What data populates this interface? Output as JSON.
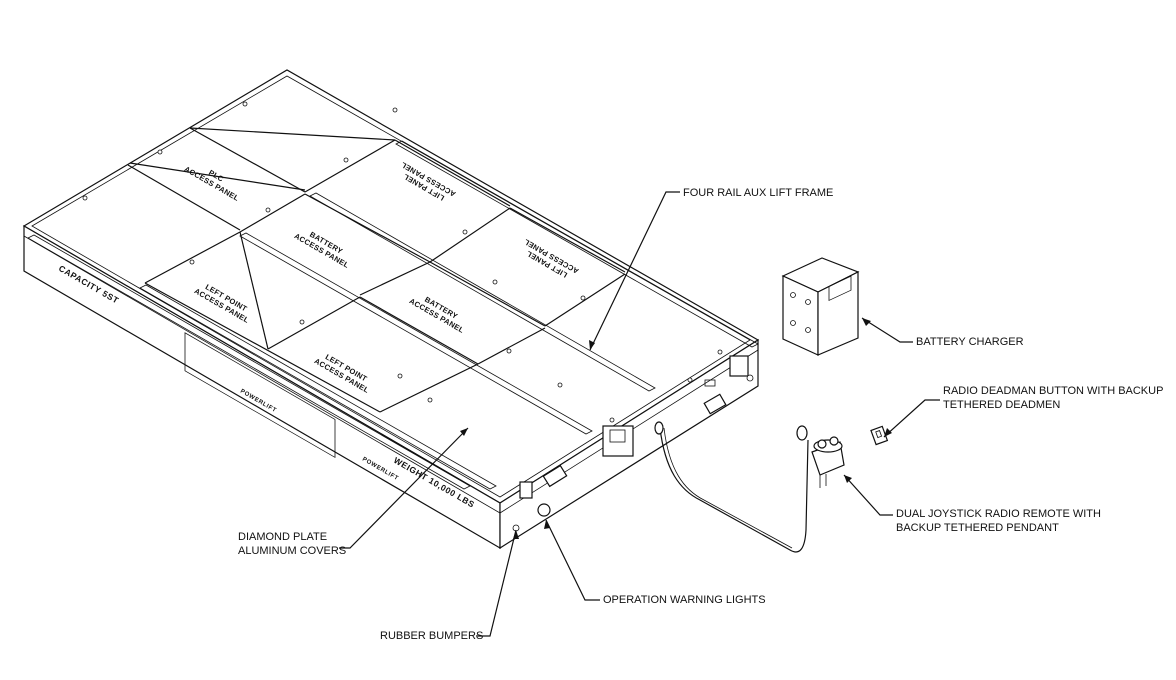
{
  "callouts": {
    "four_rail": "FOUR RAIL AUX LIFT FRAME",
    "battery_charger": "BATTERY CHARGER",
    "radio_deadman_1": "RADIO DEADMAN BUTTON WITH BACKUP",
    "radio_deadman_2": "TETHERED DEADMEN",
    "dual_joystick_1": "DUAL JOYSTICK RADIO REMOTE WITH",
    "dual_joystick_2": "BACKUP TETHERED PENDANT",
    "diamond_plate_1": "DIAMOND PLATE",
    "diamond_plate_2": "ALUMINUM COVERS",
    "operation_lights": "OPERATION WARNING LIGHTS",
    "rubber_bumpers": "RUBBER BUMPERS"
  },
  "panels": {
    "plc_1": "PLC",
    "plc_2": "ACCESS PANEL",
    "battery_a_1": "BATTERY",
    "battery_a_2": "ACCESS PANEL",
    "battery_b_1": "BATTERY",
    "battery_b_2": "ACCESS PANEL",
    "left_point_a_1": "LEFT POINT",
    "left_point_a_2": "ACCESS PANEL",
    "left_point_b_1": "LEFT POINT",
    "left_point_b_2": "ACCESS PANEL",
    "lift_panel_a_1": "LIFT PANEL",
    "lift_panel_a_2": "ACCESS PANEL",
    "lift_panel_b_1": "LIFT PANEL",
    "lift_panel_b_2": "ACCESS PANEL"
  },
  "side_markings": {
    "capacity": "CAPACITY 5ST",
    "weight": "WEIGHT 10,000 LBS",
    "brand_a": "POWERLIFT",
    "brand_b": "POWERLIFT"
  }
}
